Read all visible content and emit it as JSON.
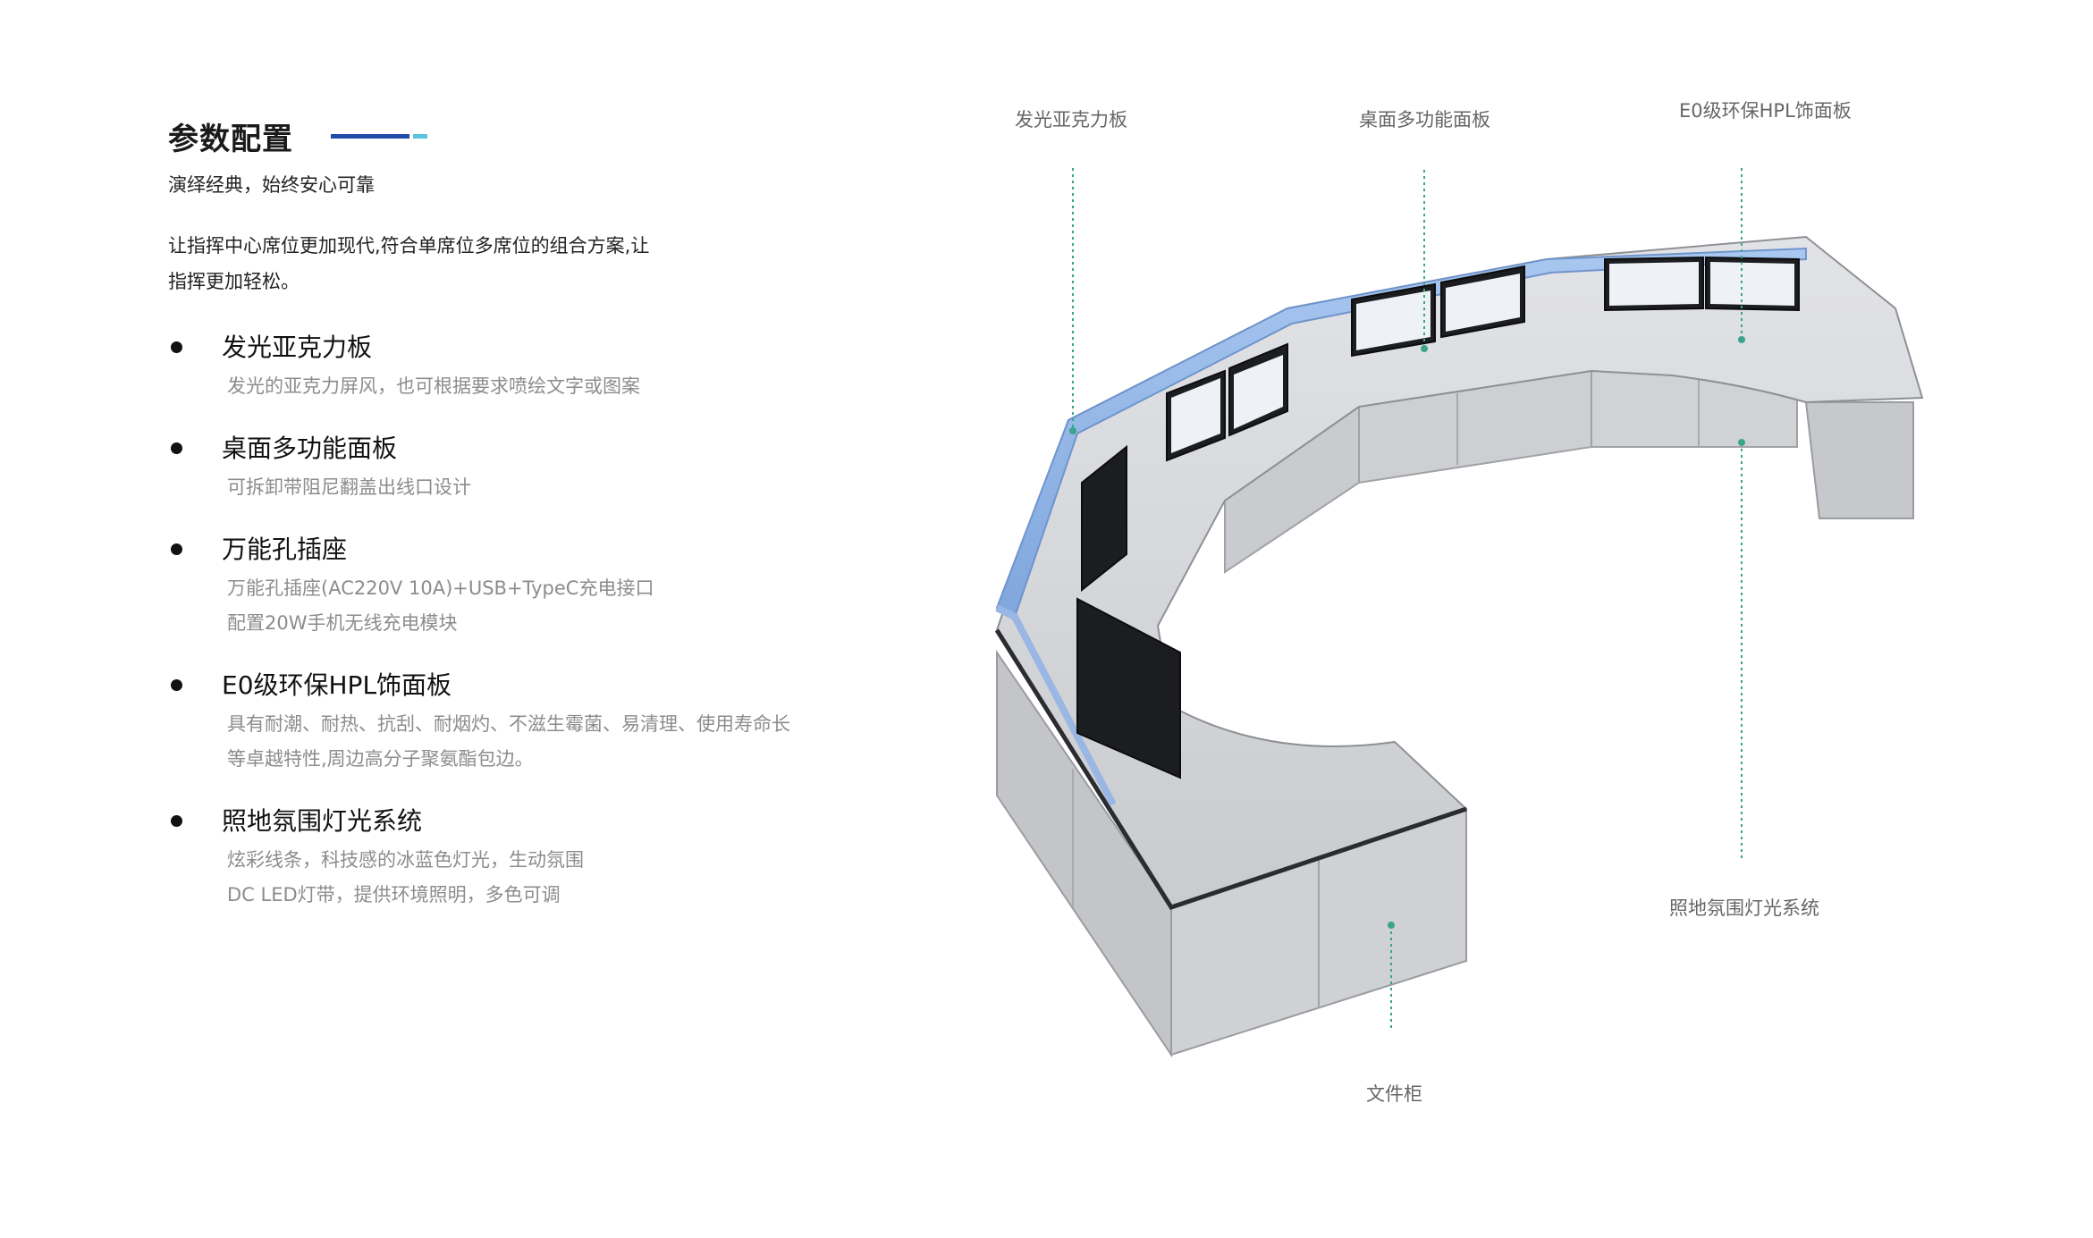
{
  "colors": {
    "accent_dark": "#1f4aa8",
    "accent_light": "#5cc3dc",
    "leader": "#3aa58a",
    "panel_blue": "#8fb4e6",
    "desk_top": "#d2d4d8",
    "cabinet": "#c7c9cd"
  },
  "header": {
    "title": "参数配置",
    "subtitle": "演绎经典，始终安心可靠"
  },
  "intro": [
    "让指挥中心席位更加现代,符合单席位多席位的组合方案,让",
    "指挥更加轻松。"
  ],
  "features": [
    {
      "name": "发光亚克力板",
      "desc": [
        "发光的亚克力屏风，也可根据要求喷绘文字或图案"
      ]
    },
    {
      "name": "桌面多功能面板",
      "desc": [
        "可拆卸带阻尼翻盖出线口设计"
      ]
    },
    {
      "name": "万能孔插座",
      "desc": [
        "万能孔插座(AC220V 10A)+USB+TypeC充电接口",
        "配置20W手机无线充电模块"
      ]
    },
    {
      "name": "E0级环保HPL饰面板",
      "desc": [
        "具有耐潮、耐热、抗刮、耐烟灼、不滋生霉菌、易清理、使用寿命长",
        "等卓越特性,周边高分子聚氨酯包边。"
      ]
    },
    {
      "name": "照地氛围灯光系统",
      "desc": [
        "炫彩线条，科技感的冰蓝色灯光，生动氛围",
        "DC LED灯带，提供环境照明，多色可调"
      ]
    }
  ],
  "callouts": {
    "acrylic": "发光亚克力板",
    "panel": "桌面多功能面板",
    "hpl": "E0级环保HPL饰面板",
    "light": "照地氛围灯光系统",
    "cabinet": "文件柜"
  }
}
